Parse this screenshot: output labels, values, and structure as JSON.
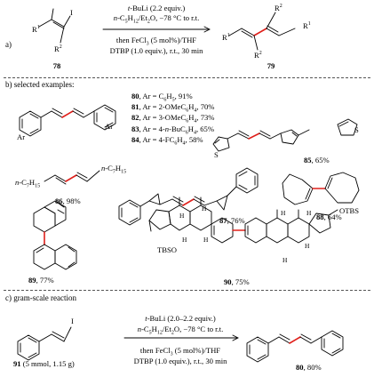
{
  "sections": {
    "a": "a)",
    "b": "b) selected examples:",
    "c": "c) gram-scale reaction"
  },
  "scheme_a": {
    "cond1": "t-BuLi (2.2 equiv.)",
    "cond2": "n-C5H12/Et2O, −78 °C to r.t.",
    "cond3": "then FeCl3 (5 mol%)/THF",
    "cond4": "DTBP (1.0 equiv.), r.t., 30 min",
    "start_label": "78",
    "product_label": "79",
    "I": "I",
    "R1": "R1",
    "R2": "R2"
  },
  "examples_list": [
    {
      "num": "80",
      "text": ", Ar = C6H5, 91%"
    },
    {
      "num": "81",
      "text": ", Ar = 2-OMeC6H4, 70%"
    },
    {
      "num": "82",
      "text": ", Ar = 3-OMeC6H4, 73%"
    },
    {
      "num": "83",
      "text": ", Ar = 4-n-BuC6H4, 65%"
    },
    {
      "num": "84",
      "text": ", Ar = 4-FC6H4, 58%"
    }
  ],
  "compounds": {
    "c85": {
      "num": "85",
      "yield": ", 65%"
    },
    "c86": {
      "num": "86",
      "yield": ", 98%"
    },
    "c87": {
      "num": "87",
      "yield": ", 76%"
    },
    "c88": {
      "num": "88",
      "yield": ", 64%"
    },
    "c89": {
      "num": "89",
      "yield": ", 77%"
    },
    "c90": {
      "num": "90",
      "yield": ", 75%"
    },
    "c91": {
      "num": "91",
      "extra": " (5 mmol, 1.15 g)"
    },
    "c80": {
      "num": "80",
      "yield": ", 80%"
    }
  },
  "atoms": {
    "Ar": "Ar",
    "S": "S",
    "nC7H15": "n-C7H15",
    "H": "H",
    "TBSO": "TBSO",
    "OTBS": "OTBS"
  },
  "scheme_c": {
    "cond1": "t-BuLi (2.0–2.2 equiv.)",
    "cond2": "n-C5H12/Et2O, −78 °C to r.t.",
    "cond3": "then FeCl3 (5 mol%)/THF",
    "cond4": "DTBP (1.0 equiv.), r.t., 30 min"
  },
  "colors": {
    "new_bond": "#e0201b",
    "line": "#000000",
    "divider": "#555555"
  }
}
